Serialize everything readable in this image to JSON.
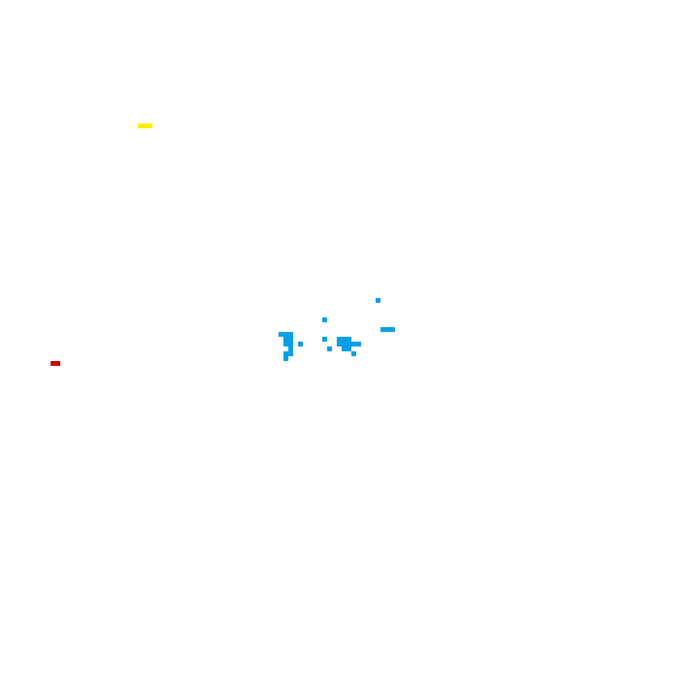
{
  "board": {
    "background": "#ffffff",
    "grid_size": 142
  },
  "colors": {
    "blue": "#0a9ee8",
    "yellow": "#ffee00",
    "red": "#cc0000"
  },
  "groups": [
    {
      "name": "yellow-cells",
      "color": "yellow",
      "cells": [
        [
          28,
          25
        ],
        [
          29,
          25
        ],
        [
          30,
          25
        ]
      ]
    },
    {
      "name": "red-cells",
      "color": "red",
      "cells": [
        [
          10,
          74
        ],
        [
          11,
          74
        ]
      ]
    },
    {
      "name": "blue-cells",
      "color": "blue",
      "cells": [
        [
          77,
          61
        ],
        [
          66,
          65
        ],
        [
          78,
          67
        ],
        [
          79,
          67
        ],
        [
          80,
          67
        ],
        [
          57,
          68
        ],
        [
          58,
          68
        ],
        [
          59,
          68
        ],
        [
          58,
          69
        ],
        [
          59,
          69
        ],
        [
          66,
          69
        ],
        [
          69,
          69
        ],
        [
          70,
          69
        ],
        [
          71,
          69
        ],
        [
          58,
          70
        ],
        [
          59,
          70
        ],
        [
          61,
          70
        ],
        [
          69,
          70
        ],
        [
          70,
          70
        ],
        [
          71,
          70
        ],
        [
          72,
          70
        ],
        [
          73,
          70
        ],
        [
          59,
          71
        ],
        [
          67,
          71
        ],
        [
          70,
          71
        ],
        [
          71,
          71
        ],
        [
          58,
          72
        ],
        [
          59,
          72
        ],
        [
          72,
          72
        ],
        [
          58,
          73
        ]
      ]
    }
  ]
}
